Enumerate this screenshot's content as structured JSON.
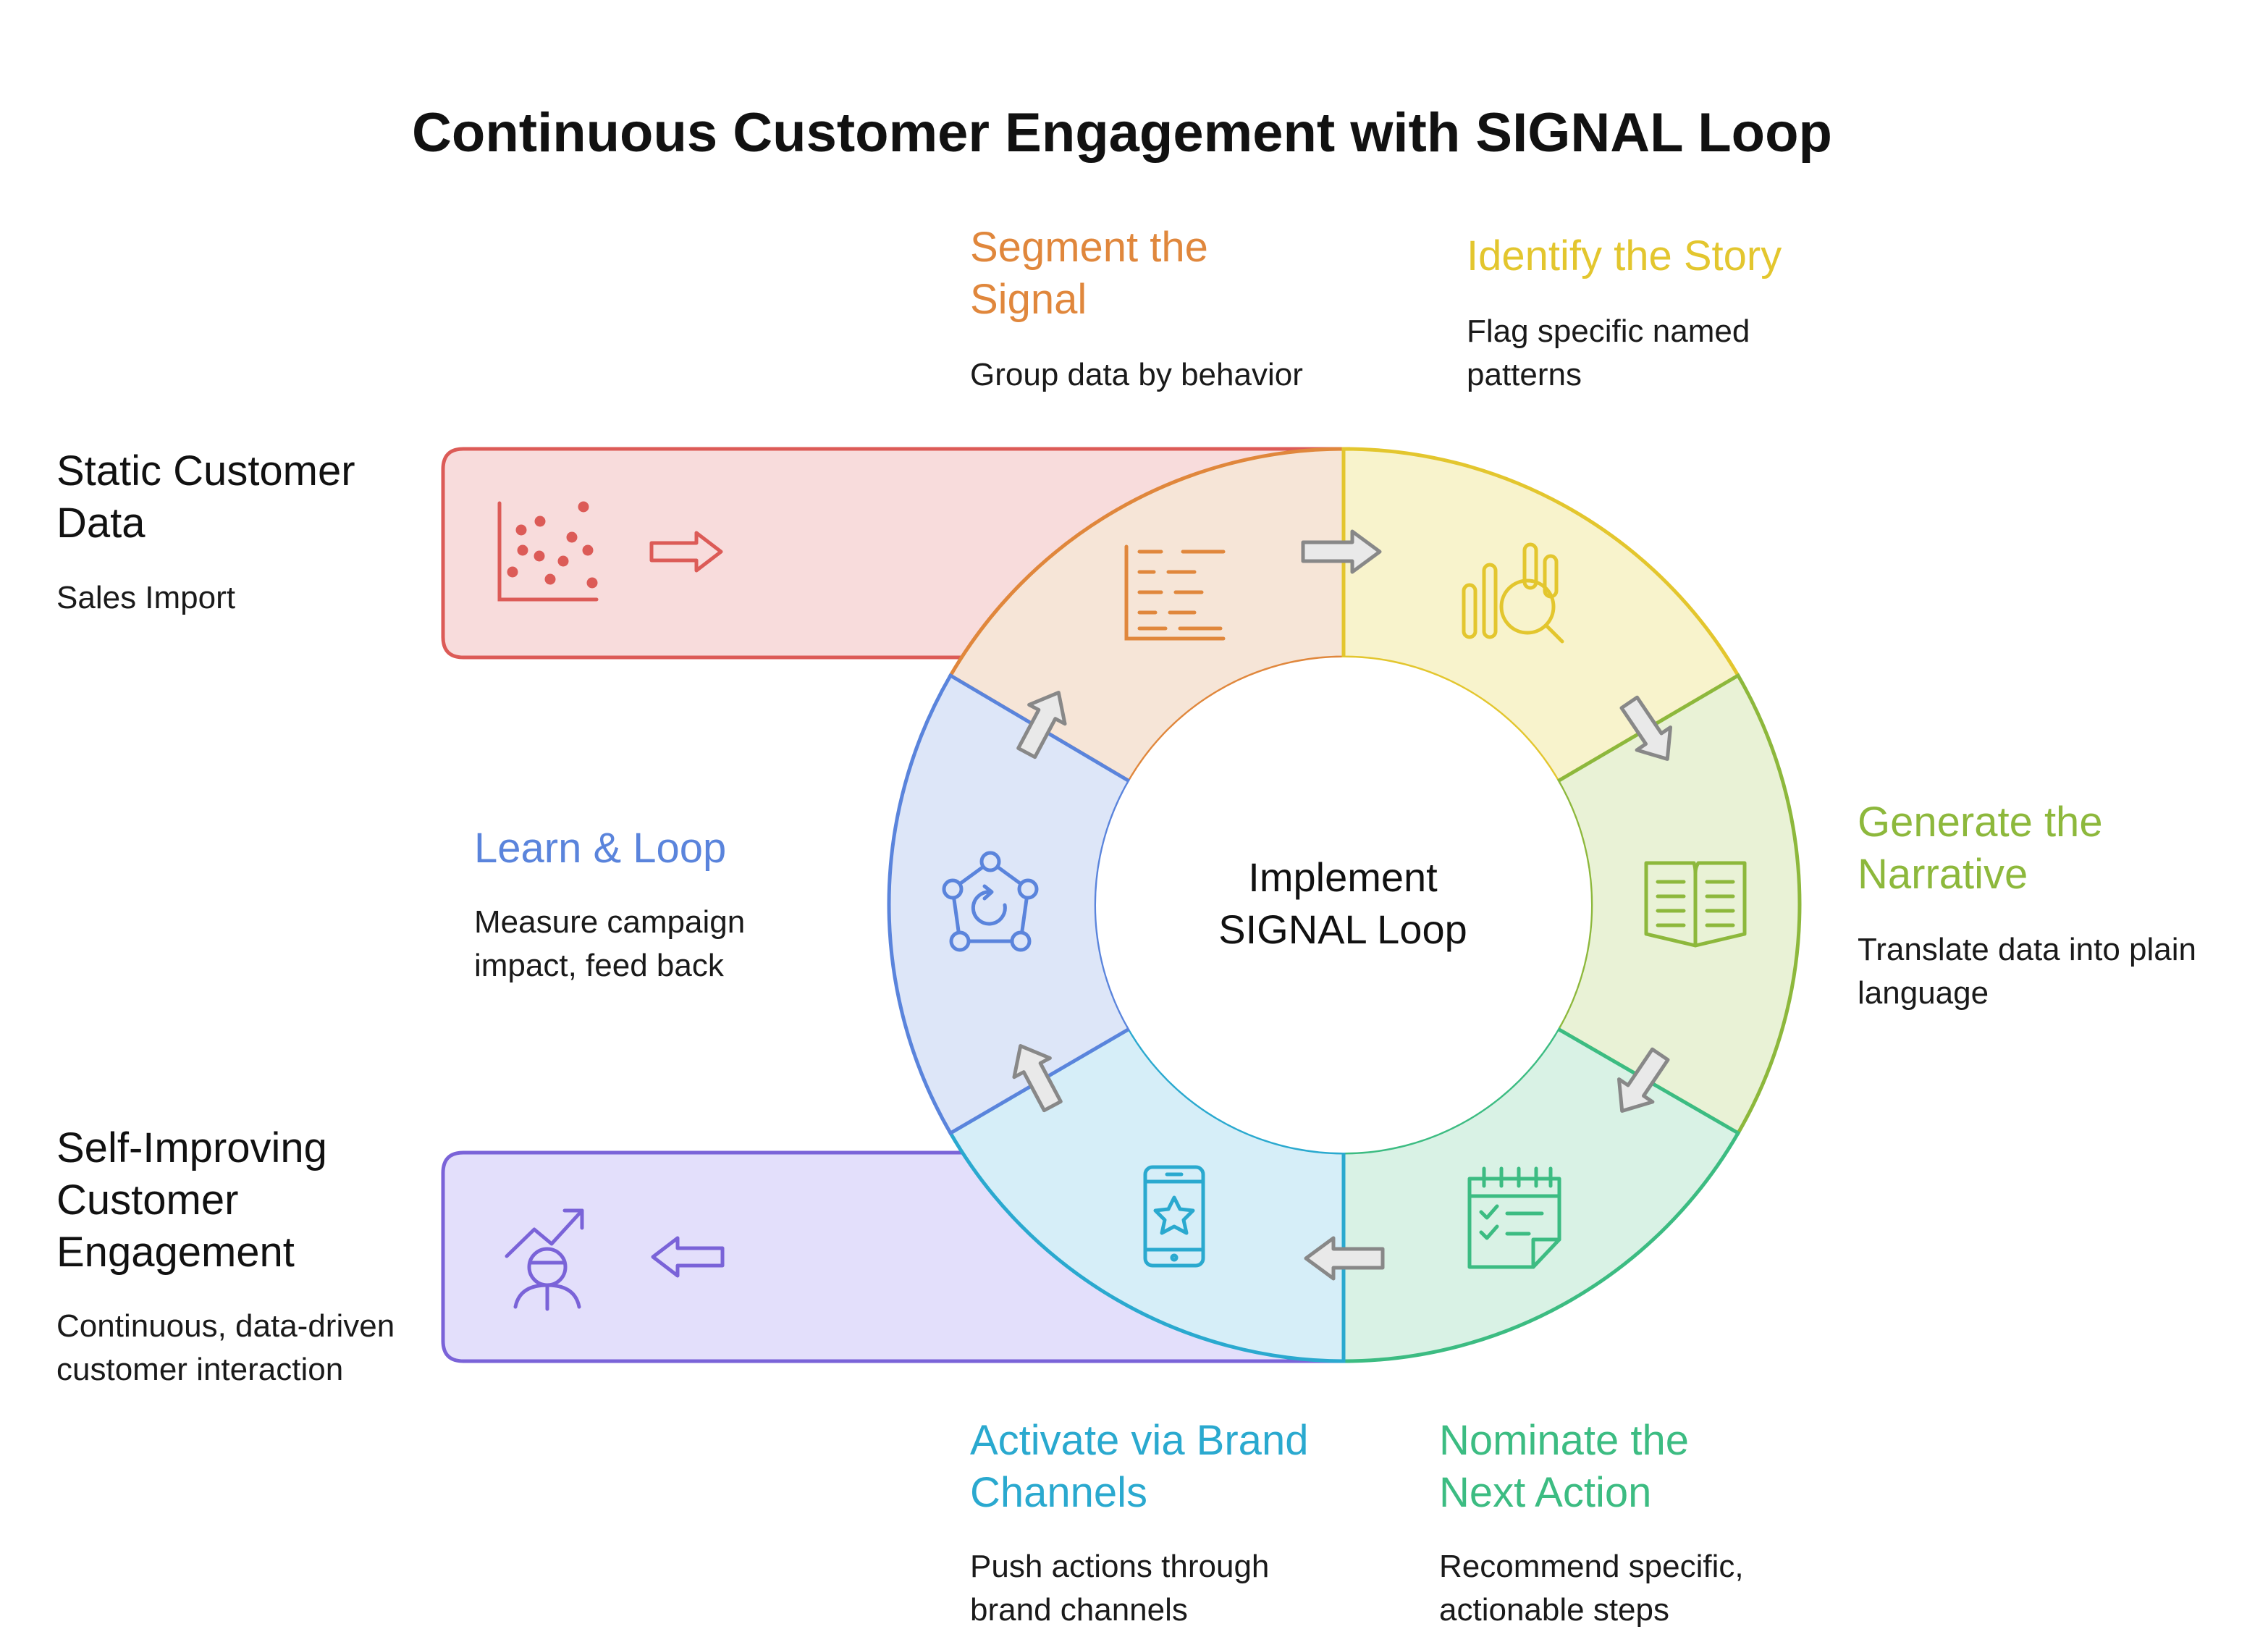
{
  "title": "Continuous Customer Engagement with SIGNAL Loop",
  "center": {
    "line1": "Implement",
    "line2": "SIGNAL Loop"
  },
  "colors": {
    "red": "#dc5b57",
    "orange": "#e0873c",
    "yellow": "#e3c62e",
    "lime": "#8db83c",
    "green": "#3cbc82",
    "cyan": "#2aa9cf",
    "blue": "#5a84dc",
    "purple": "#7a63d8"
  },
  "input": {
    "title_line1": "Static Customer",
    "title_line2": "Data",
    "desc": "Sales Import",
    "icon": "scatter-plot-icon"
  },
  "output": {
    "title_line1": "Self-Improving",
    "title_line2": "Customer",
    "title_line3": "Engagement",
    "desc_line1": "Continuous, data-driven",
    "desc_line2": "customer interaction",
    "icon": "growth-person-icon"
  },
  "steps": {
    "segment": {
      "title_line1": "Segment the",
      "title_line2": "Signal",
      "desc_line1": "Group data by behavior",
      "icon": "segment-list-icon"
    },
    "identify": {
      "title_line1": "Identify the Story",
      "desc_line1": "Flag specific named",
      "desc_line2": "patterns",
      "icon": "chart-magnifier-icon"
    },
    "generate": {
      "title_line1": "Generate the",
      "title_line2": "Narrative",
      "desc_line1": "Translate data into plain",
      "desc_line2": "language",
      "icon": "open-book-icon"
    },
    "nominate": {
      "title_line1": "Nominate the",
      "title_line2": "Next Action",
      "desc_line1": "Recommend specific,",
      "desc_line2": "actionable steps",
      "icon": "calendar-checklist-icon"
    },
    "activate": {
      "title_line1": "Activate via Brand",
      "title_line2": "Channels",
      "desc_line1": "Push actions through",
      "desc_line2": "brand channels",
      "icon": "phone-star-icon"
    },
    "learn": {
      "title_line1": "Learn & Loop",
      "desc_line1": "Measure campaign",
      "desc_line2": "impact, feed back",
      "icon": "cycle-network-icon"
    }
  }
}
